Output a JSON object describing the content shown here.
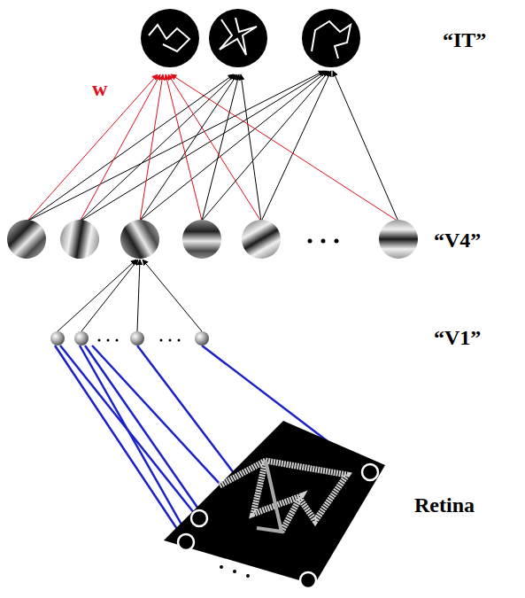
{
  "diagram": {
    "labels": [
      "“IT”",
      "w",
      "“V4”",
      "“V1”",
      "Retina"
    ]
  }
}
